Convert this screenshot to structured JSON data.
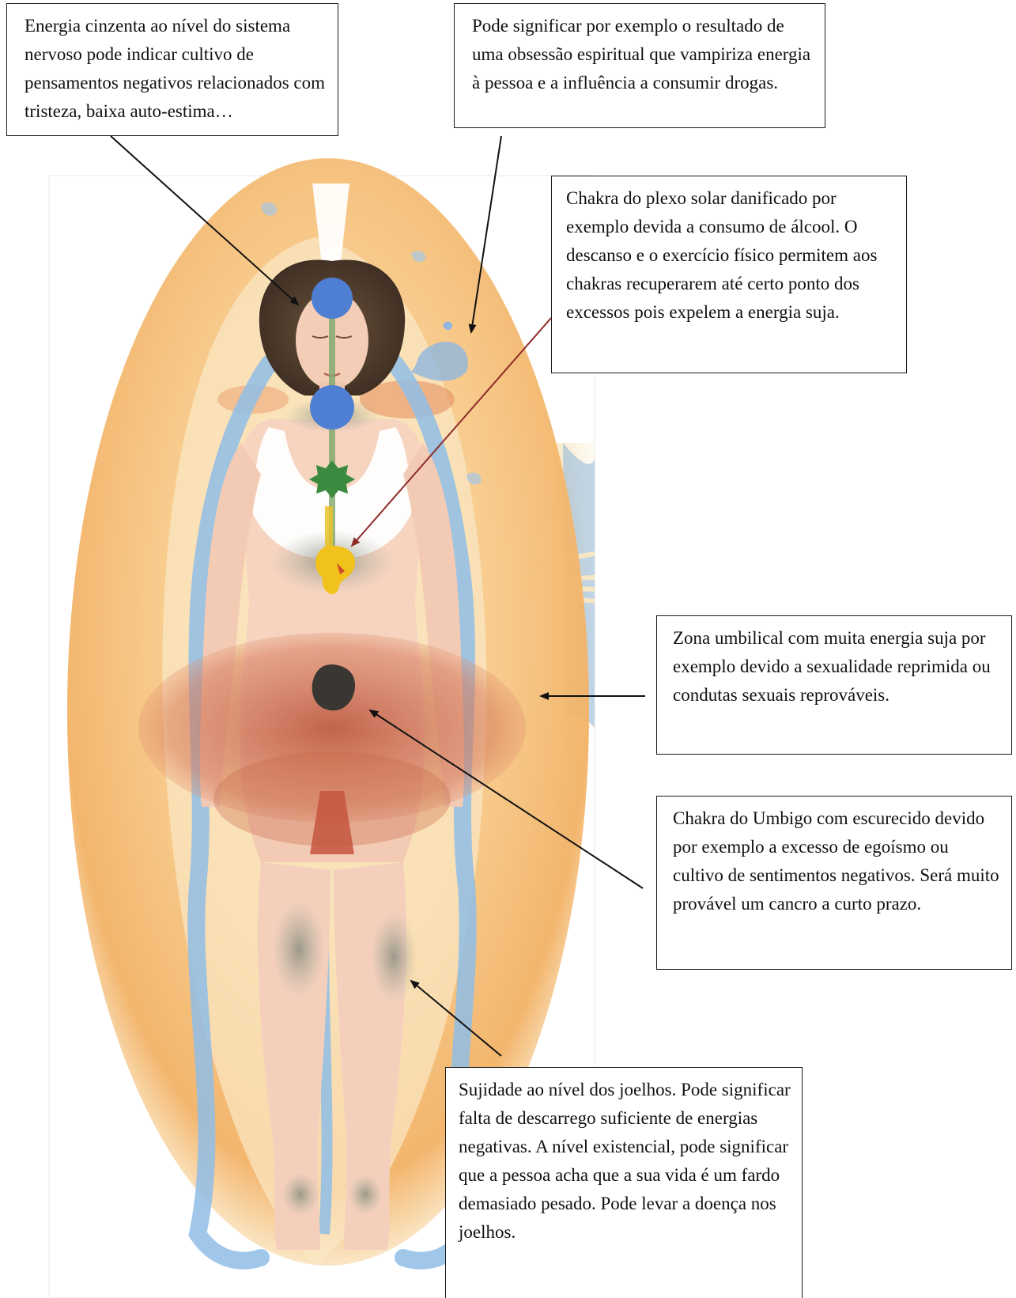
{
  "callouts": {
    "nervous_system": "Energia cinzenta ao nível do sistema nervoso pode indicar cultivo de pensamentos negativos relacionados com tristeza, baixa auto-estima…",
    "spiritual_obsession": "Pode significar por exemplo o resultado de uma obsessão espiritual que vampiriza energia à pessoa e a influência a consumir drogas.",
    "solar_plexus": "Chakra do plexo solar danificado por exemplo devida a consumo de álcool. O descanso e o exercício físico permitem aos chakras recuperarem até certo ponto dos excessos pois expelem a energia suja.",
    "umbilical_zone": "Zona umbilical com muita energia suja por exemplo devido a sexualidade reprimida ou condutas sexuais reprováveis.",
    "navel_chakra": "Chakra do Umbigo com escurecido devido por exemplo a excesso de egoísmo ou cultivo de sentimentos negativos. Será muito provável um cancro a curto prazo.",
    "knees": "Sujidade ao nível dos joelhos. Pode significar falta de descarrego suficiente de energias negativas. A nível existencial, pode significar que a pessoa acha que a sua vida é um fardo demasiado pesado. Pode levar a doença nos joelhos."
  },
  "colors": {
    "aura_outer": "#fbe6b4",
    "aura_inner": "#f4b25a",
    "aura_blue": "#8fbde6",
    "skin": "#f6d4c0",
    "hair": "#4a3728",
    "chakra_blue": "#4f7fd2",
    "chakra_green": "#3b8a3f",
    "chakra_yellow": "#f1c21b",
    "dirty_red": "#c8553a",
    "dirty_grey": "#8b8f87",
    "arrow": "#111111",
    "arrow_red": "#8c2a2a"
  }
}
